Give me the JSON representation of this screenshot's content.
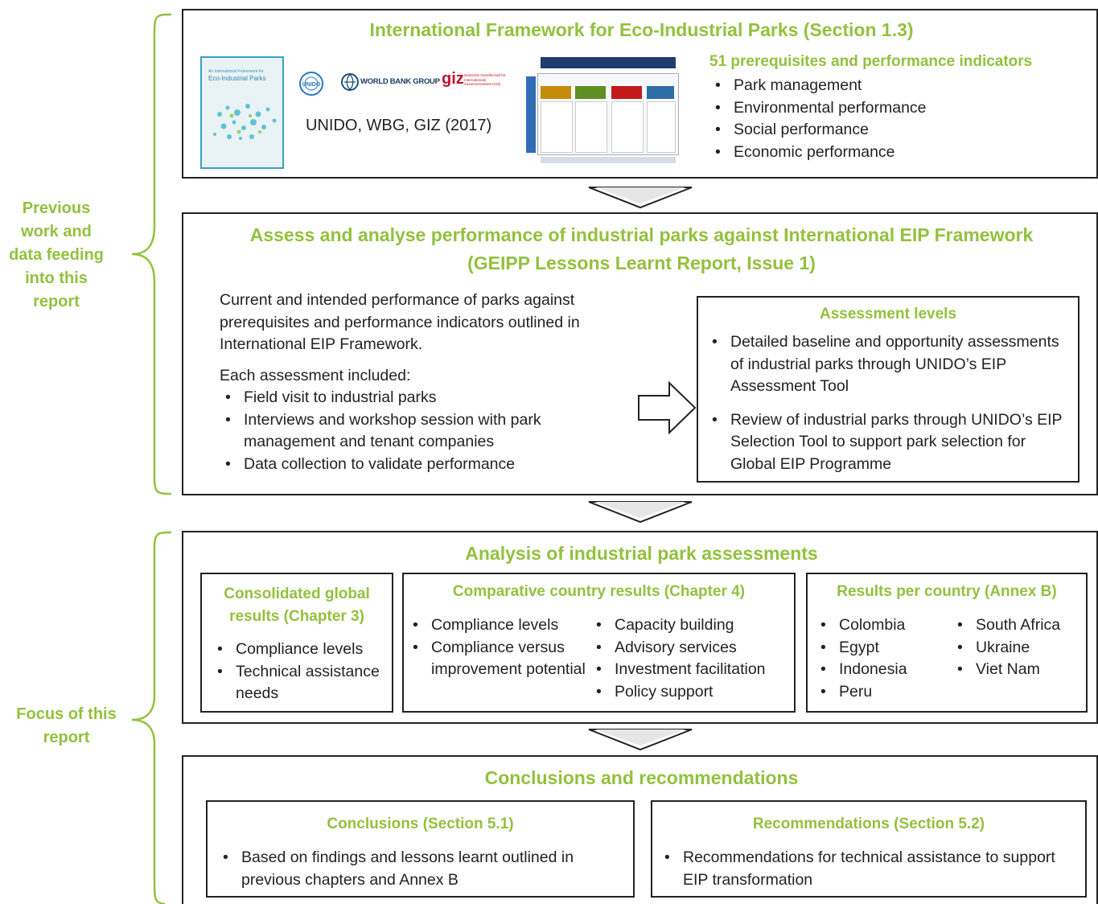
{
  "colors": {
    "accent": "#92c13e",
    "border": "#222222",
    "text": "#222222"
  },
  "side_labels": {
    "previous": [
      "Previous",
      "work and",
      "data feeding",
      "into this",
      "report"
    ],
    "focus": [
      "Focus of this",
      "report"
    ]
  },
  "framework": {
    "title": "International Framework for Eco-Industrial Parks (Section 1.3)",
    "cover_title_small": "An International Framework for",
    "cover_title": "Eco-Industrial Parks",
    "logos": {
      "unido": "UNIDO",
      "worldbank": "WORLD BANK GROUP",
      "giz": "giz",
      "giz_sub": "Deutsche Gesellschaft für Internationale Zusammenarbeit (GIZ) GmbH"
    },
    "citation": "UNIDO, WBG, GIZ (2017)",
    "indicators_heading": "51 prerequisites and performance indicators",
    "indicators": [
      "Park management",
      "Environmental performance",
      "Social performance",
      "Economic performance"
    ]
  },
  "assess": {
    "title_line1": "Assess and analyse performance of industrial parks against International EIP Framework",
    "title_line2": "(GEIPP Lessons Learnt Report, Issue 1)",
    "intro": [
      "Current and intended performance of parks against",
      "prerequisites and performance indicators outlined in",
      "International EIP Framework."
    ],
    "each_heading": "Each assessment included:",
    "items": [
      "Field visit to industrial parks",
      "Interviews and workshop session with park management and tenant companies",
      "Data collection to validate performance"
    ],
    "levels": {
      "heading": "Assessment levels",
      "items": [
        "Detailed baseline and opportunity assessments of industrial parks through UNIDO’s EIP Assessment Tool",
        "Review of industrial parks through UNIDO’s EIP Selection Tool to support park selection for Global EIP Programme"
      ]
    }
  },
  "analysis": {
    "title": "Analysis of industrial park assessments",
    "global": {
      "heading_line1": "Consolidated global",
      "heading_line2": "results (Chapter 3)",
      "items": [
        "Compliance levels",
        "Technical assistance needs"
      ]
    },
    "comparative": {
      "heading": "Comparative country results (Chapter 4)",
      "col1": [
        "Compliance levels",
        "Compliance versus improvement potential"
      ],
      "col2": [
        "Capacity building",
        "Advisory services",
        "Investment facilitation",
        "Policy support"
      ]
    },
    "country": {
      "heading": "Results per country (Annex B)",
      "col1": [
        "Colombia",
        "Egypt",
        "Indonesia",
        "Peru"
      ],
      "col2": [
        "South Africa",
        "Ukraine",
        "Viet Nam"
      ]
    }
  },
  "conclusions": {
    "title": "Conclusions and recommendations",
    "conclusions": {
      "heading": "Conclusions (Section 5.1)",
      "items": [
        "Based on findings and lessons learnt outlined in previous chapters and Annex B"
      ]
    },
    "recommendations": {
      "heading": "Recommendations (Section 5.2)",
      "items": [
        "Recommendations for technical assistance to support EIP transformation"
      ]
    }
  }
}
